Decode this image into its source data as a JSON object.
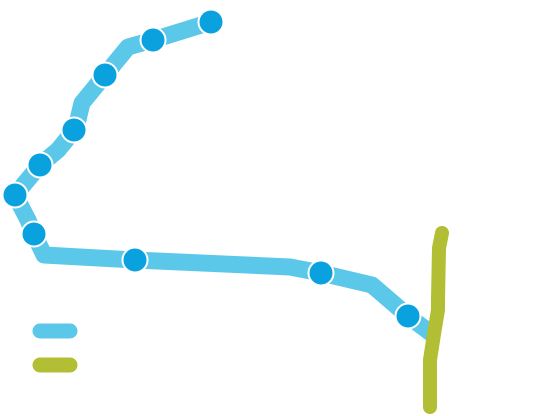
{
  "map": {
    "routes": [
      {
        "id": "blue-line",
        "color": "#5BC8EA"
      },
      {
        "id": "green-line",
        "color": "#B2BE34"
      }
    ],
    "station_style": {
      "fill": "#0AA2DE",
      "stroke": "#ffffff"
    },
    "station_count": 10
  },
  "legend": {
    "items": [
      {
        "color": "#5BC8EA",
        "label": ""
      },
      {
        "color": "#B2BE34",
        "label": ""
      }
    ]
  }
}
